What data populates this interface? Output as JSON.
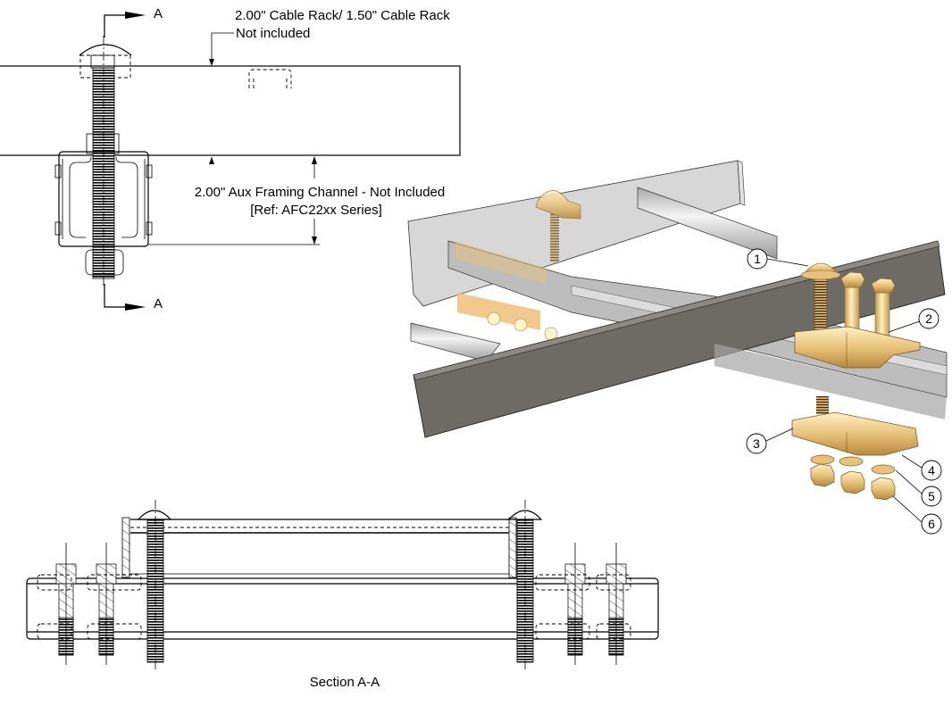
{
  "labels": {
    "section_marker_top": "A",
    "section_marker_bottom": "A",
    "cable_rack_line1": "2.00\" Cable Rack/ 1.50\" Cable Rack",
    "cable_rack_line2": "Not included",
    "aux_channel_line1": "2.00\" Aux Framing Channel - Not Included",
    "aux_channel_line2": "[Ref: AFC22xx Series]",
    "section_title": "Section A-A"
  },
  "callouts": [
    {
      "number": "1",
      "part": "carriage-bolt"
    },
    {
      "number": "2",
      "part": "rack-clamp-top"
    },
    {
      "number": "3",
      "part": "channel-clamp-bottom"
    },
    {
      "number": "4",
      "part": "clamp-plate"
    },
    {
      "number": "5",
      "part": "lock-washer"
    },
    {
      "number": "6",
      "part": "hex-nut"
    }
  ],
  "colors": {
    "brass": "#e8c27a",
    "brass_dark": "#b8893e",
    "rail_dark": "#6e6a65",
    "rail_light": "#c8c8c8",
    "rung": "#d9d9d9"
  }
}
